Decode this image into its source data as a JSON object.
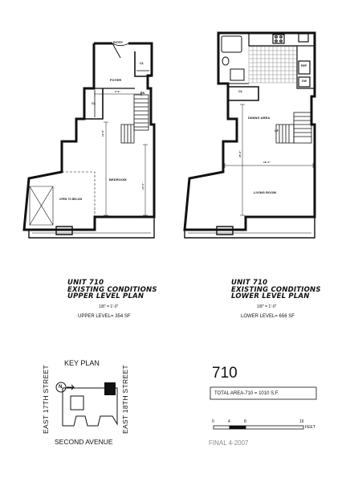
{
  "upper_plan": {
    "rooms": {
      "entry": "ENTRY",
      "closet_a": "CL",
      "foyer": "FOYER",
      "dn": "DN",
      "closet_b": "CL",
      "bedroom": "BEDROOM",
      "open_to_below": "OPEN TO BELOW"
    },
    "dimensions": {
      "foyer_width": "9'-0\"",
      "bed_height": "12'-6\"",
      "bed_width": "10'-0\""
    },
    "title": [
      "UNIT 710",
      "EXISTING CONDITIONS",
      "UPPER LEVEL PLAN"
    ],
    "scale": "1/8\" = 1'-0\"",
    "area": "UPPER LEVEL= 354 SF"
  },
  "lower_plan": {
    "rooms": {
      "closet": "CL",
      "ref": "REF",
      "dw": "DW",
      "dining": "DINING AREA",
      "up": "UP",
      "living": "LIVING ROOM"
    },
    "dimensions": {
      "height": "25'-6\"",
      "width": "18'-4\""
    },
    "title": [
      "UNIT 710",
      "EXISTING CONDITIONS",
      "LOWER LEVEL PLAN"
    ],
    "scale": "1/8\" = 1'-0\"",
    "area": "LOWER LEVEL= 656 SF"
  },
  "key_plan": {
    "title": "KEY PLAN",
    "north": "N",
    "street_left": "EAST 17TH STREET",
    "street_right": "EAST 18TH STREET",
    "avenue": "SECOND AVENUE"
  },
  "unit_number": "710",
  "total_area": "TOTAL AREA-710   = 1010 S.F.",
  "scale_bar": {
    "ticks": [
      "0",
      "4",
      "8",
      "16"
    ],
    "unit": "FEET"
  },
  "final_note": "FINAL 4-2007"
}
